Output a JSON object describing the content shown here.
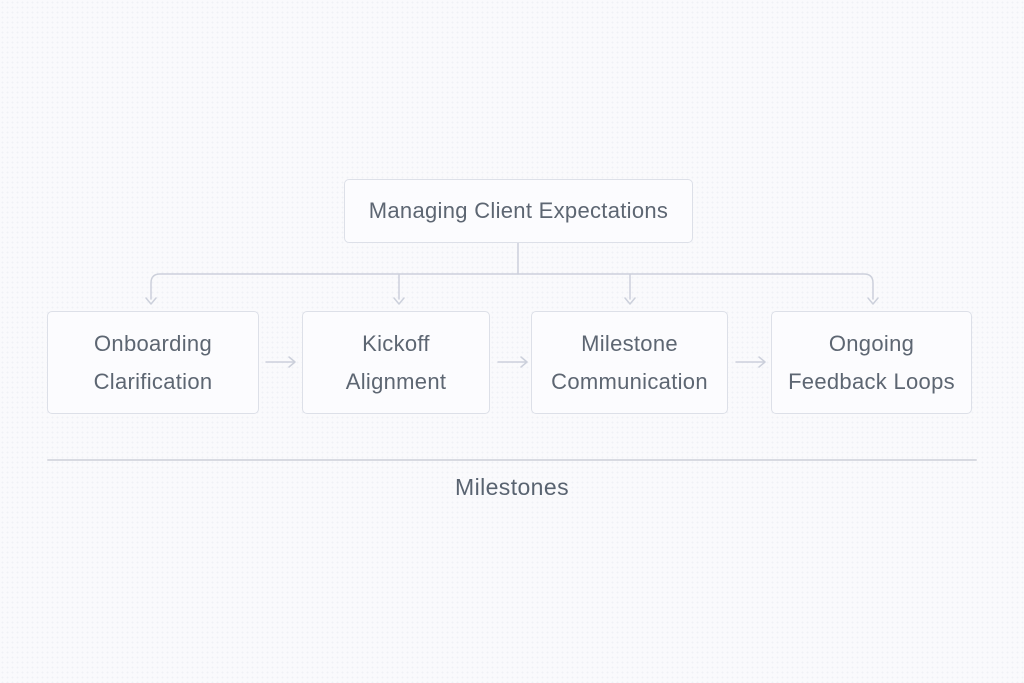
{
  "diagram": {
    "title": "Managing Client Expectations",
    "steps": [
      {
        "line1": "Onboarding",
        "line2": "Clarification"
      },
      {
        "line1": "Kickoff",
        "line2": "Alignment"
      },
      {
        "line1": "Milestone",
        "line2": "Communication"
      },
      {
        "line1": "Ongoing",
        "line2": "Feedback Loops"
      }
    ],
    "footer_label": "Milestones"
  },
  "colors": {
    "background": "#fafafc",
    "background_dots": "#f0f1f6",
    "node_background": "#fdfdfe",
    "node_border": "#dde0e8",
    "node_text": "#5d6672",
    "connector": "#ccd0db",
    "divider": "#d8dae1",
    "footer_text": "#596370"
  }
}
